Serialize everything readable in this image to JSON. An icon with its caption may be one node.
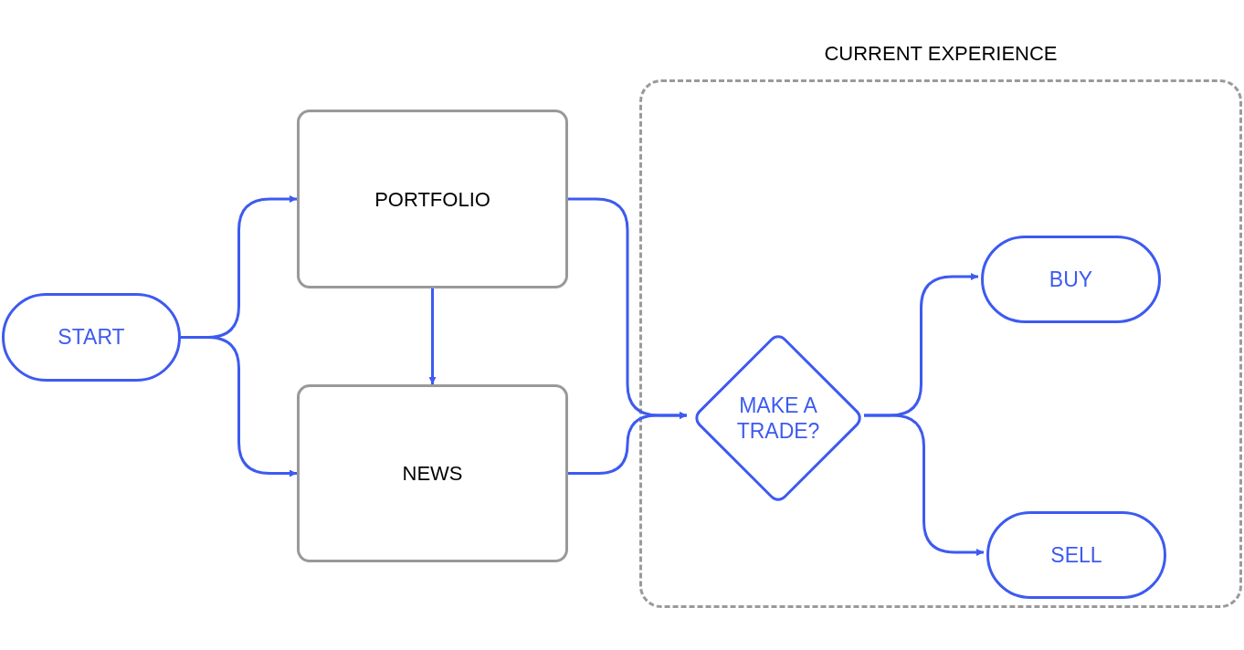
{
  "diagram": {
    "nodes": [
      {
        "text": [
          "START"
        ]
      },
      {
        "text": [
          "PORTFOLIO"
        ]
      },
      {
        "text": [
          "NEWS"
        ]
      },
      {
        "text": [
          "CURRENT EXPERIENCE"
        ]
      },
      {
        "text": [
          "MAKE A TRADE?"
        ],
        "in": 3
      },
      {
        "text": [
          "BUY"
        ],
        "in": 3
      },
      {
        "text": [
          "SELL"
        ],
        "in": 3
      }
    ],
    "edges": [
      {
        "from": 0,
        "to": 1,
        "arrow": "to"
      },
      {
        "from": 0,
        "to": 2,
        "arrow": "to"
      },
      {
        "from": 1,
        "to": 2,
        "arrow": "to"
      },
      {
        "from": 1,
        "to": 4,
        "arrow": "to"
      },
      {
        "from": 2,
        "to": 4,
        "arrow": "to"
      },
      {
        "from": 4,
        "to": 5,
        "arrow": "to"
      },
      {
        "from": 4,
        "to": 6,
        "arrow": "to"
      }
    ]
  }
}
